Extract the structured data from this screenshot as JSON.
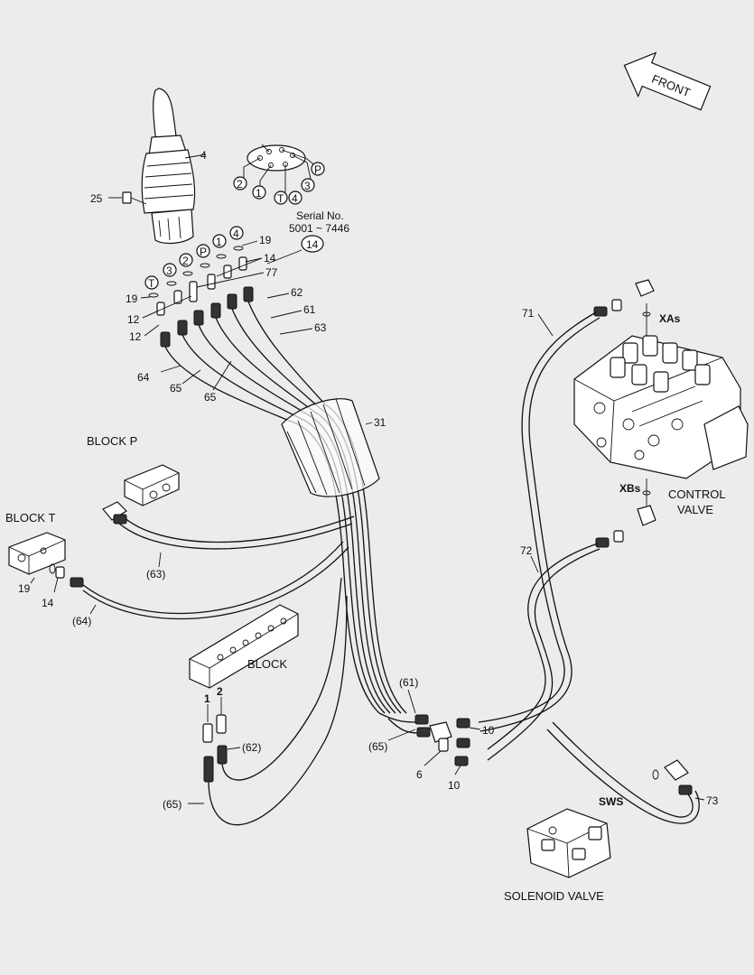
{
  "labels": {
    "front": "FRONT",
    "serial_title": "Serial No.",
    "serial_range": "5001 ~ 7446",
    "block_p": "BLOCK P",
    "block_t": "BLOCK T",
    "block": "BLOCK",
    "control_valve_1": "CONTROL",
    "control_valve_2": "VALVE",
    "solenoid_valve": "SOLENOID VALVE",
    "xas": "XAs",
    "xbs": "XBs",
    "sws": "SWS"
  },
  "callouts": {
    "c4": "4",
    "c25": "25",
    "c19a": "19",
    "c14a": "14",
    "c77": "77",
    "c14b": "14",
    "c19b": "19",
    "c12a": "12",
    "c12b": "12",
    "c62": "62",
    "c61": "61",
    "c63": "63",
    "c64": "64",
    "c65a": "65",
    "c65b": "65",
    "c31": "31",
    "c71": "71",
    "c72": "72",
    "c63p": "(63)",
    "c64p": "(64)",
    "c19c": "19",
    "c14c": "14",
    "c61p": "(61)",
    "c65p": "(65)",
    "c10a": "10",
    "c6": "6",
    "c10b": "10",
    "c62p": "(62)",
    "c65p2": "(65)",
    "c73": "73",
    "port1": "1",
    "port2": "2"
  },
  "port_symbols": {
    "p2": "2",
    "p1": "1",
    "pT": "T",
    "p4": "4",
    "p3": "3",
    "pP": "P"
  },
  "circled_tags": {
    "t_T": "T",
    "t_3": "3",
    "t_2": "2",
    "t_P": "P",
    "t_1": "1",
    "t_4": "4",
    "t_14": "14"
  }
}
